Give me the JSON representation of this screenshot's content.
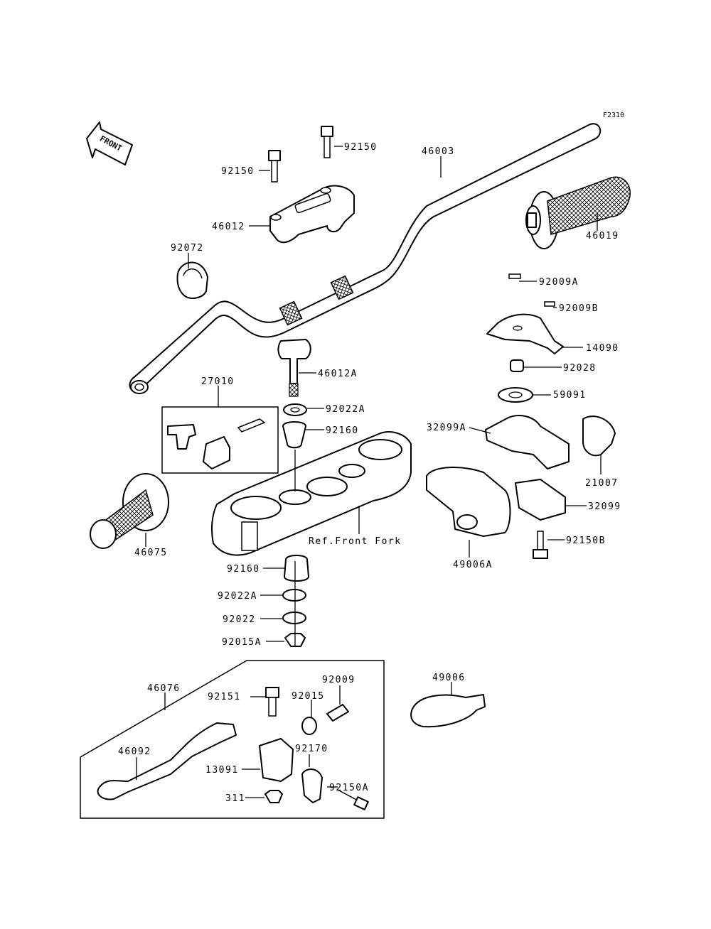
{
  "figure_code": "F2310",
  "front_arrow_label": "FRONT",
  "reference_note": "Ref.Front Fork",
  "parts": {
    "p92150_top": "92150",
    "p92150_left": "92150",
    "p46003": "46003",
    "p46012": "46012",
    "p46019": "46019",
    "p92072": "92072",
    "p92009A": "92009A",
    "p92009B": "92009B",
    "p14090": "14090",
    "p46012A": "46012A",
    "p92028": "92028",
    "p27010": "27010",
    "p59091": "59091",
    "p92022A_top": "92022A",
    "p92160_top": "92160",
    "p32099A": "32099A",
    "p21007": "21007",
    "p32099": "32099",
    "p46075": "46075",
    "p92150B": "92150B",
    "p49006A": "49006A",
    "p92160_bottom": "92160",
    "p92022A_bottom": "92022A",
    "p92022": "92022",
    "p92015A": "92015A",
    "p46076": "46076",
    "p92009": "92009",
    "p49006": "49006",
    "p92151": "92151",
    "p92015": "92015",
    "p46092": "46092",
    "p92170": "92170",
    "p13091": "13091",
    "p92150A": "92150A",
    "p311": "311"
  }
}
